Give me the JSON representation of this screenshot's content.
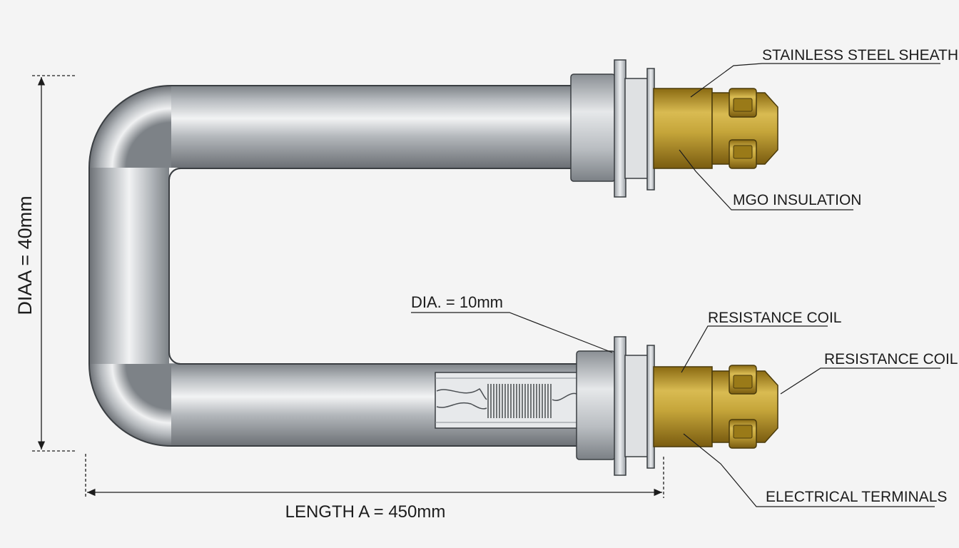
{
  "diagram": {
    "callouts": {
      "stainless_steel_sheath": "STAINLESS STEEL SHEATH",
      "mgo_insulation": "MGO INSULATION",
      "resistance_coil_1": "RESISTANCE COIL",
      "resistance_coil_2": "RESISTANCE COIL",
      "electrical_terminals": "ELECTRICAL TERMINALS",
      "tube_diameter": "DIA. = 10mm"
    },
    "dimensions": {
      "height_label": "DIAA = 40mm",
      "length_label": "LENGTH A = 450mm"
    },
    "colors": {
      "steel": "#9ea3a8",
      "brass": "#b89a2c",
      "line": "#1c1c1c",
      "background": "#f4f4f4"
    }
  }
}
